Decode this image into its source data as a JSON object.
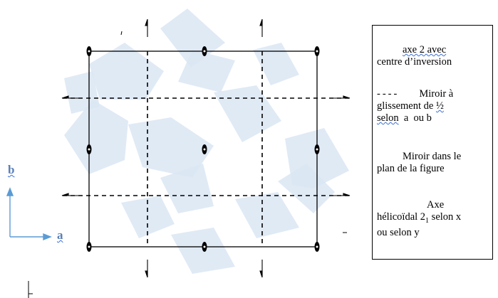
{
  "axes": {
    "a_label": "a",
    "b_label": "b"
  },
  "legend": {
    "item1": {
      "text_line1": "axe 2 avec",
      "text_line2": "centre d’inversion",
      "symbol": "two-fold-axis-inversion-icon"
    },
    "item2": {
      "dashes": "----",
      "text_line1": "Miroir à",
      "text_line2_a": "glissement de ",
      "text_line2_b": "½",
      "text_line3_a": "selon",
      "text_line3_b": "  a  ou b"
    },
    "item3": {
      "text_line1": "Miroir dans le",
      "text_line2": "plan de la figure"
    },
    "item4": {
      "text_line1": "Axe",
      "text_line2_a": "hélicoïdal 2",
      "text_line2_sub": "1",
      "text_line2_b": " selon x",
      "text_line3": "ou selon y"
    }
  },
  "colors": {
    "polyhedra_fill": "#dbe6f3",
    "line": "#000000",
    "axis_arrow": "#5b9bd5",
    "wavy_underline": "#3a6fd8"
  }
}
